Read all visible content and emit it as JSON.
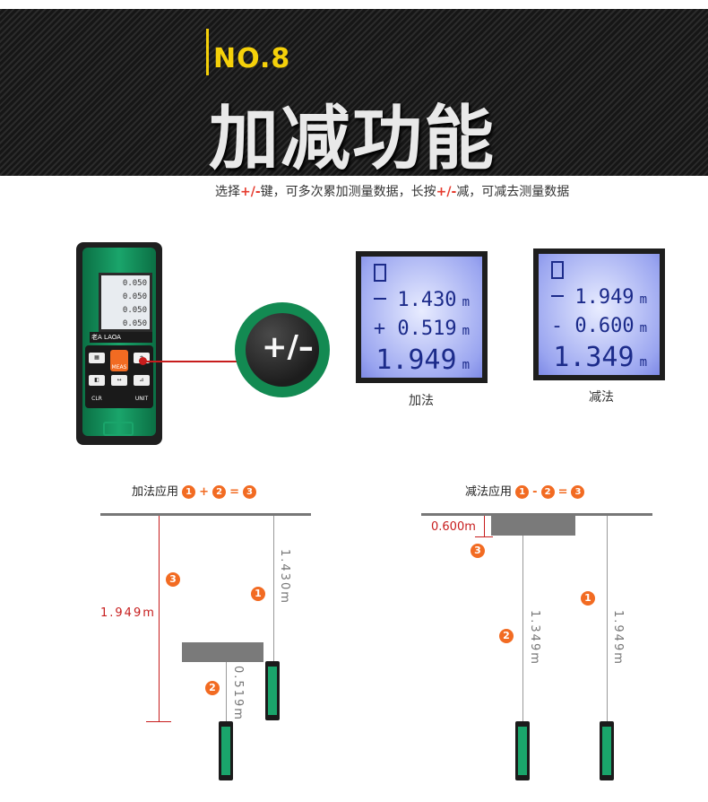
{
  "banner": {
    "number": "NO.8",
    "title": "加减功能"
  },
  "subtitle": {
    "p1": "选择",
    "hl1": "+/-",
    "p2": "键，可多次累加测量数据，长按",
    "hl2": "+/-",
    "p3": "减，可减去测量数据"
  },
  "device": {
    "screen_lines": [
      "0.050",
      "0.050",
      "0.050",
      "0.050"
    ],
    "brand": "老A LAOA",
    "keys": {
      "meas": "MEAS",
      "clr": "CLR",
      "unit": "UNIT"
    }
  },
  "zoom_key": {
    "label": "+/–"
  },
  "add_panel": {
    "rows": [
      {
        "value": "1.430",
        "unit": "m"
      },
      {
        "value": "+ 0.519",
        "unit": "m"
      },
      {
        "value": "1.949",
        "unit": "m"
      }
    ],
    "caption": "加法"
  },
  "sub_panel": {
    "rows": [
      {
        "value": "1.949",
        "unit": "m"
      },
      {
        "value": "- 0.600",
        "unit": "m"
      },
      {
        "value": "1.349",
        "unit": "m"
      }
    ],
    "caption": "减法"
  },
  "add_diagram": {
    "label": "加法应用",
    "op": "+",
    "eq": "=",
    "n1": "1",
    "n2": "2",
    "n3": "3",
    "measure_1": "1.430m",
    "measure_2": "0.519m",
    "measure_3": "1.949m"
  },
  "sub_diagram": {
    "label": "减法应用",
    "op": "-",
    "eq": "=",
    "n1": "1",
    "n2": "2",
    "n3": "3",
    "measure_offset": "0.600m",
    "measure_2": "1.349m",
    "measure_1": "1.949m"
  },
  "colors": {
    "accent_orange": "#f26b22",
    "accent_red": "#e63b2e",
    "banner_yellow": "#f5d10a",
    "device_green": "#1aa56b"
  }
}
